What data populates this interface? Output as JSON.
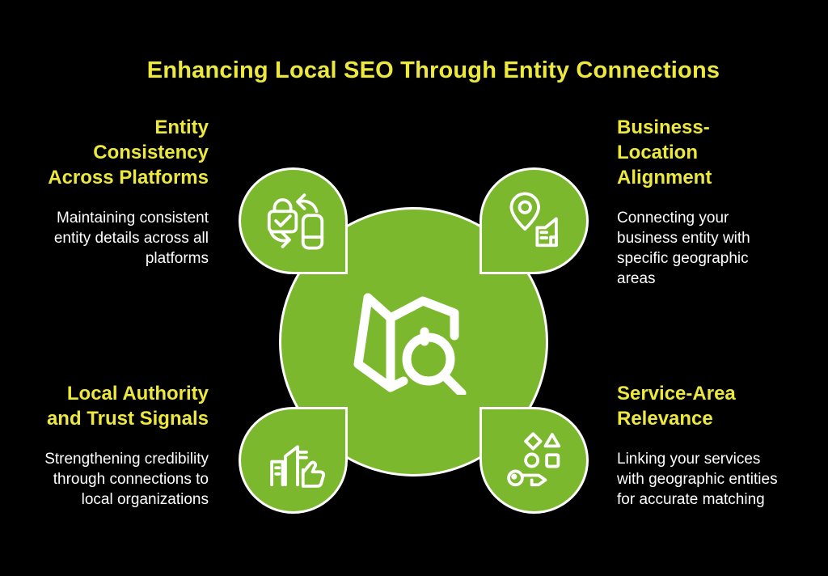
{
  "title": "Enhancing Local SEO Through Entity Connections",
  "colors": {
    "background": "#000000",
    "green": "#7cb82e",
    "yellow": "#ece83e",
    "white": "#ffffff"
  },
  "center": {
    "icon": "map-search-icon"
  },
  "sections": [
    {
      "position": "top-left",
      "icon": "lock-device-sync-icon",
      "heading": "Entity\nConsistency\nAcross Platforms",
      "description": "Maintaining consistent\nentity details across all\nplatforms"
    },
    {
      "position": "top-right",
      "icon": "map-pin-building-icon",
      "heading": "Business-\nLocation\nAlignment",
      "description": "Connecting your\nbusiness entity with\nspecific geographic\nareas"
    },
    {
      "position": "bottom-left",
      "icon": "city-thumbs-up-icon",
      "heading": "Local Authority\nand Trust Signals",
      "description": "Strengthening credibility\nthrough connections to\nlocal organizations"
    },
    {
      "position": "bottom-right",
      "icon": "key-shapes-icon",
      "heading": "Service-Area\nRelevance",
      "description": "Linking your services\nwith geographic entities\nfor accurate matching"
    }
  ]
}
